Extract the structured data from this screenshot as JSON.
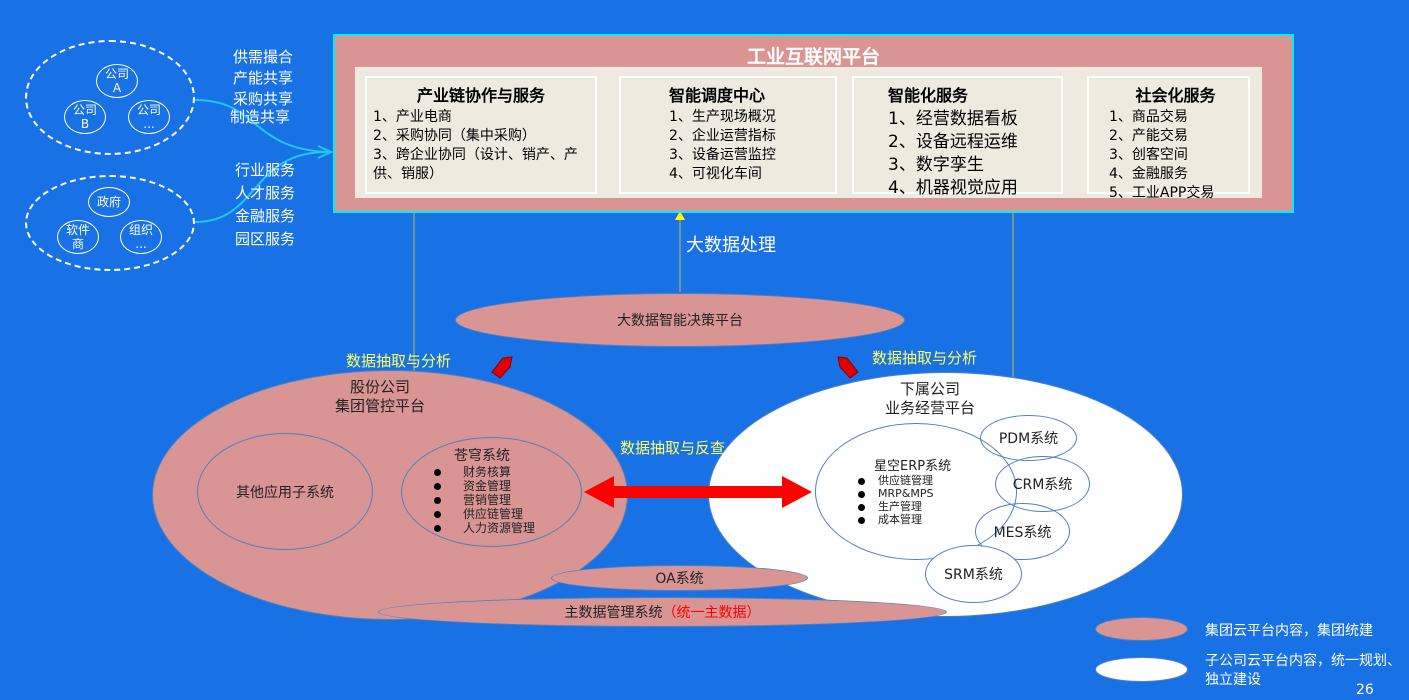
{
  "platform": {
    "title": "工业互联网平台",
    "columns": [
      {
        "title": "产业链协作与服务",
        "items": [
          "1、产业电商",
          "2、采购协同（集中采购）",
          "3、跨企业协同（设计、销产、产供、销服）"
        ]
      },
      {
        "title": "智能调度中心",
        "items": [
          "1、生产现场概况",
          "2、企业运营指标",
          "3、设备运营监控",
          "4、可视化车间"
        ]
      },
      {
        "title": "智能化服务",
        "items": [
          "1、经营数据看板",
          "2、设备远程运维",
          "3、数字孪生",
          "4、机器视觉应用"
        ]
      },
      {
        "title": "社会化服务",
        "items": [
          "1、商品交易",
          "2、产能交易",
          "3、创客空间",
          "4、金融服务",
          "5、工业APP交易"
        ]
      }
    ]
  },
  "left_groups": {
    "companies": [
      "公司\nA",
      "公司\nB",
      "公司\n..."
    ],
    "orgs": [
      "政府",
      "软件\n商",
      "组织\n..."
    ],
    "labels_top": [
      "供需撮合",
      "产能共享",
      "采购共享",
      "制造共享"
    ],
    "labels_bottom": [
      "行业服务",
      "人才服务",
      "金融服务",
      "园区服务"
    ]
  },
  "bigdata_label": "大数据处理",
  "decision_platform": "大数据智能决策平台",
  "extract_analyze": "数据抽取与分析",
  "extract_query": "数据抽取与反查",
  "group": {
    "title1": "股份公司",
    "title2": "集团管控平台",
    "other": "其他应用子系统",
    "cangqiong": {
      "title": "苍穹系统",
      "items": [
        "财务核算",
        "资金管理",
        "营销管理",
        "供应链管理",
        "人力资源管理"
      ]
    }
  },
  "sub": {
    "title1": "下属公司",
    "title2": "业务经营平台",
    "erp": {
      "title": "星空ERP系统",
      "items": [
        "供应链管理",
        "MRP&MPS",
        "生产管理",
        "成本管理"
      ]
    },
    "pdm": "PDM系统",
    "crm": "CRM系统",
    "mes": "MES系统",
    "srm": "SRM系统"
  },
  "oa": "OA系统",
  "mdm": {
    "label": "主数据管理系统",
    "note": "（统一主数据）"
  },
  "legend": [
    "集团云平台内容，集团统建",
    "子公司云平台内容，统一规划、独立建设"
  ],
  "page_number": "26",
  "colors": {
    "background": "#1872E6",
    "pink": "#D99594",
    "cream": "#EEEADF",
    "yellow": "#FFFF66",
    "red": "#FF0000"
  }
}
